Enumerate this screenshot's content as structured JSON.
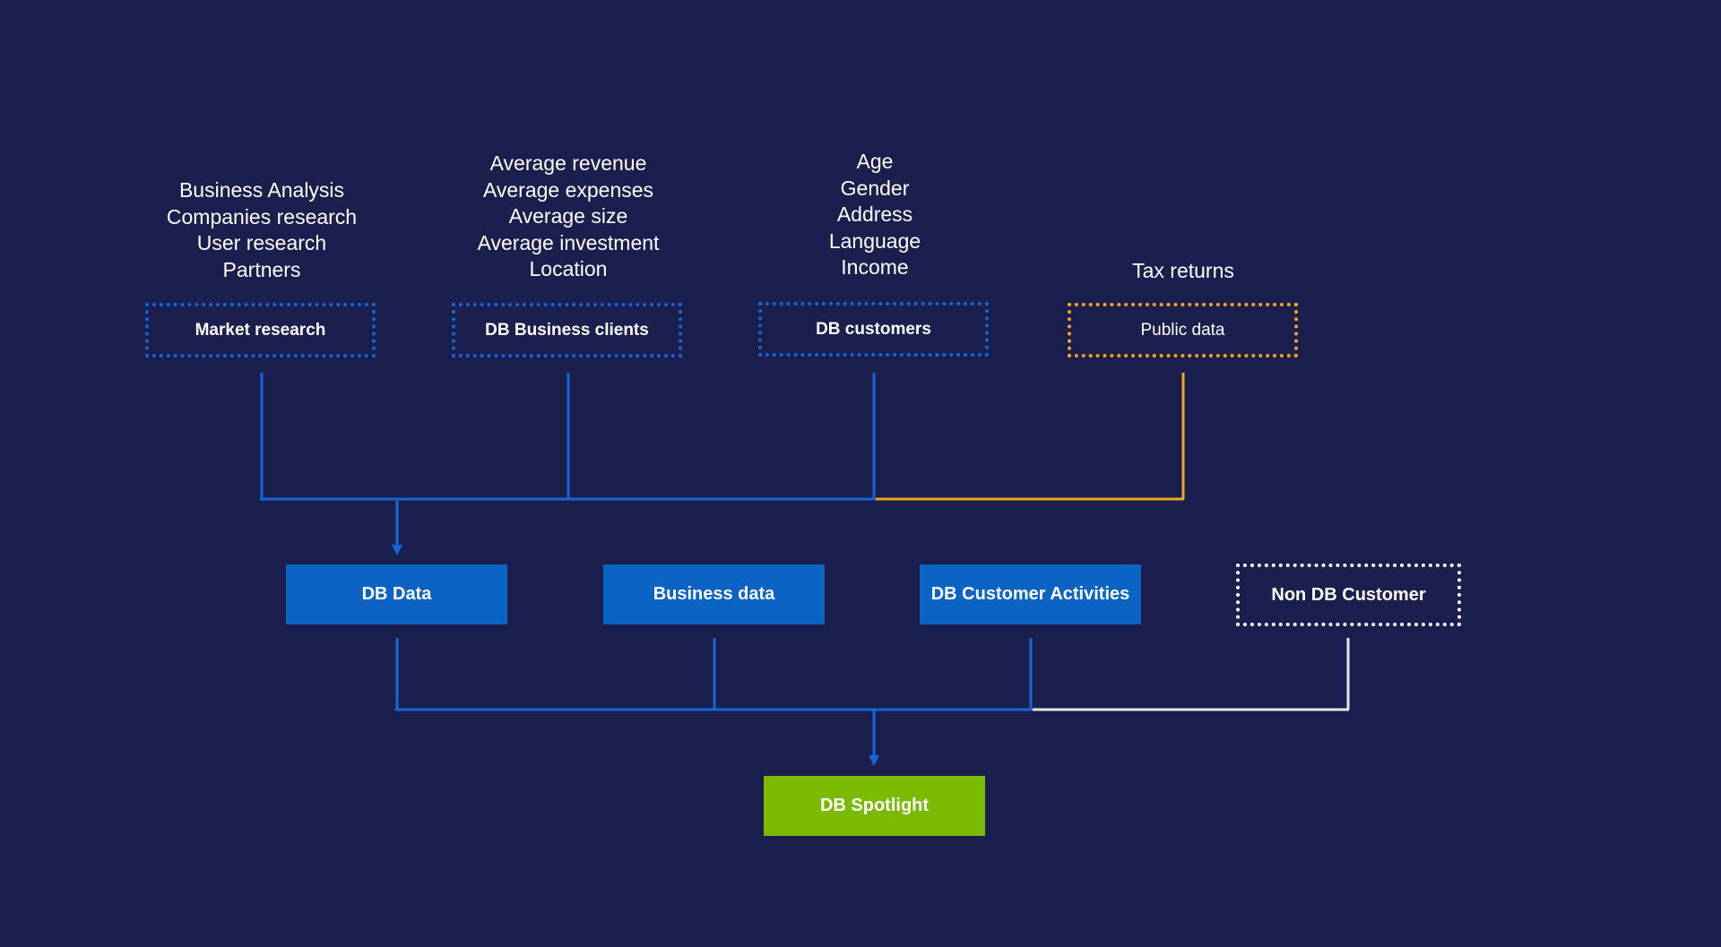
{
  "sources": [
    {
      "label": "Market research",
      "attributes": [
        "Business Analysis",
        "Companies research",
        "User research",
        "Partners"
      ],
      "style": "dotted-blue"
    },
    {
      "label": "DB Business clients",
      "attributes": [
        "Average revenue",
        "Average expenses",
        "Average size",
        "Average investment",
        "Location"
      ],
      "style": "dotted-blue"
    },
    {
      "label": "DB customers",
      "attributes": [
        "Age",
        "Gender",
        "Address",
        "Language",
        "Income"
      ],
      "style": "dotted-blue"
    },
    {
      "label": "Public data",
      "attributes": [
        "Tax returns"
      ],
      "style": "dotted-orange"
    }
  ],
  "middle": [
    {
      "label": "DB Data",
      "style": "solid-blue"
    },
    {
      "label": "Business data",
      "style": "solid-blue"
    },
    {
      "label": "DB Customer Activities",
      "style": "solid-blue"
    },
    {
      "label": "Non DB Customer",
      "style": "dotted-white"
    }
  ],
  "output": {
    "label": "DB Spotlight",
    "style": "solid-green"
  },
  "colors": {
    "background": "#1a1f4e",
    "blue": "#1565d8",
    "box_blue": "#0b63c4",
    "orange": "#f2a41f",
    "green": "#7aba00",
    "white": "#ffffff"
  }
}
